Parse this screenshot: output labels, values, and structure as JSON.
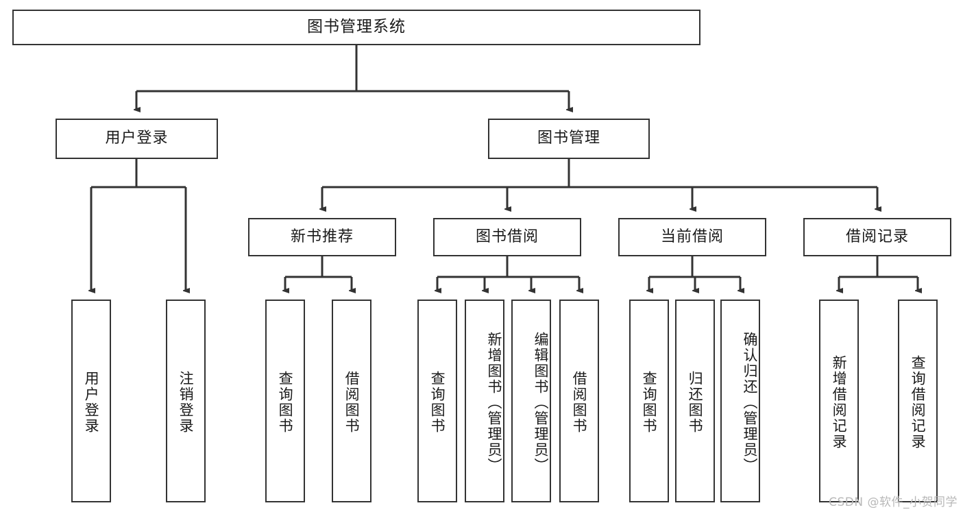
{
  "diagram": {
    "title": "图书管理系统",
    "watermark": "CSDN @软件_小贺同学",
    "levels": {
      "root": "图书管理系统",
      "level2": [
        "用户登录",
        "图书管理"
      ],
      "level3": [
        "新书推荐",
        "图书借阅",
        "当前借阅",
        "借阅记录"
      ]
    },
    "nodes": {
      "root": {
        "label": "图书管理系统"
      },
      "user_login": {
        "label": "用户登录"
      },
      "book_manage": {
        "label": "图书管理"
      },
      "new_book_rec": {
        "label": "新书推荐"
      },
      "book_borrow": {
        "label": "图书借阅"
      },
      "current_borrow": {
        "label": "当前借阅"
      },
      "borrow_record": {
        "label": "借阅记录"
      },
      "leaf_user_login": {
        "label": "用户登录"
      },
      "leaf_logout": {
        "label": "注销登录"
      },
      "leaf_query_book_1": {
        "label": "查询图书"
      },
      "leaf_borrow_book_1": {
        "label": "借阅图书"
      },
      "leaf_query_book_2": {
        "label": "查询图书"
      },
      "leaf_add_book": {
        "label": "新增图书（管理员）"
      },
      "leaf_edit_book": {
        "label": "编辑图书（管理员）"
      },
      "leaf_borrow_book_2": {
        "label": "借阅图书"
      },
      "leaf_query_book_3": {
        "label": "查询图书"
      },
      "leaf_return_book": {
        "label": "归还图书"
      },
      "leaf_confirm_return": {
        "label": "确认归还（管理员）"
      },
      "leaf_add_record": {
        "label": "新增借阅记录"
      },
      "leaf_query_record": {
        "label": "查询借阅记录"
      }
    },
    "colors": {
      "stroke": "#333333",
      "fill": "#ffffff",
      "text": "#1a1a1a",
      "watermark": "#b8b8b8"
    }
  }
}
